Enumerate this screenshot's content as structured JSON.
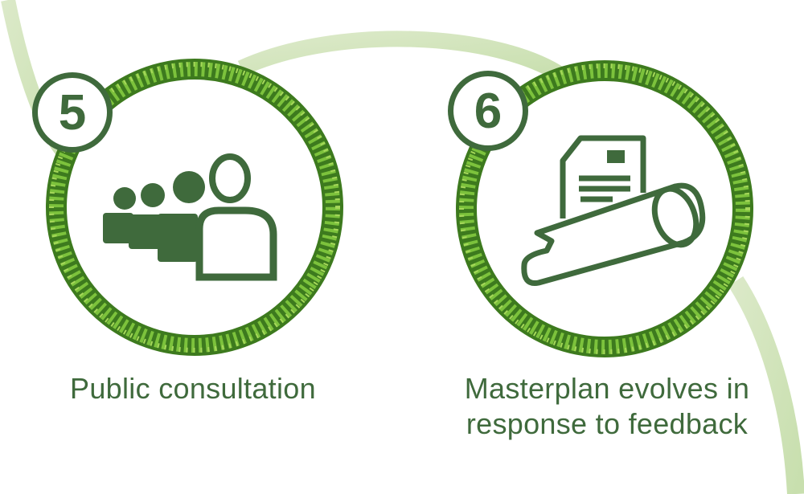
{
  "steps": [
    {
      "number": "5",
      "label": "Public consultation",
      "icon": "people-group-icon"
    },
    {
      "number": "6",
      "label": "Masterplan evolves in response to feedback",
      "icon": "document-scroll-icon"
    }
  ],
  "colors": {
    "primary": "#3f6a3c",
    "leaf": "#5a9a2c",
    "curve": "#d9e8c6"
  }
}
